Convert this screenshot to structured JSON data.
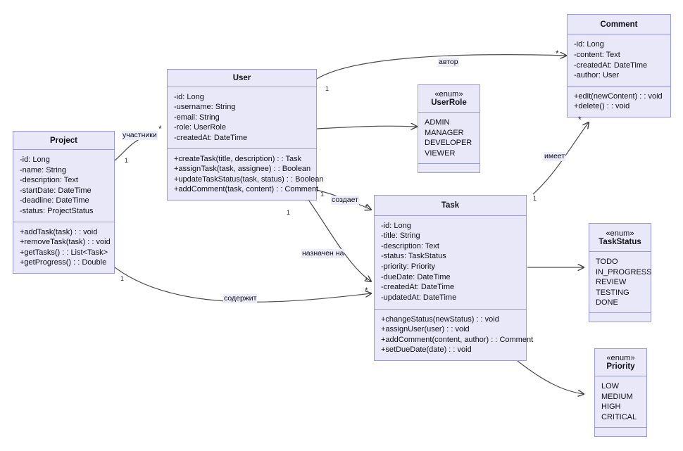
{
  "diagram": {
    "type": "uml-class-diagram",
    "title": "Task Management UML Class Diagram",
    "colors": {
      "box_fill": "#e8e8f8",
      "box_border": "#9a9ad4",
      "edge": "#4d4d4d",
      "text": "#101018",
      "label_bg": "#ececfa",
      "background": "#ffffff"
    }
  },
  "classes": {
    "project": {
      "name": "Project",
      "attributes": [
        "-id: Long",
        "-name: String",
        "-description: Text",
        "-startDate: DateTime",
        "-deadline: DateTime",
        "-status: ProjectStatus"
      ],
      "methods": [
        "+addTask(task) : : void",
        "+removeTask(task) : : void",
        "+getTasks() : : List<Task>",
        "+getProgress() : : Double"
      ]
    },
    "user": {
      "name": "User",
      "attributes": [
        "-id: Long",
        "-username: String",
        "-email: String",
        "-role: UserRole",
        "-createdAt: DateTime"
      ],
      "methods": [
        "+createTask(title, description) : : Task",
        "+assignTask(task, assignee) : : Boolean",
        "+updateTaskStatus(task, status) : : Boolean",
        "+addComment(task, content) : : Comment"
      ]
    },
    "task": {
      "name": "Task",
      "attributes": [
        "-id: Long",
        "-title: String",
        "-description: Text",
        "-status: TaskStatus",
        "-priority: Priority",
        "-dueDate: DateTime",
        "-createdAt: DateTime",
        "-updatedAt: DateTime"
      ],
      "methods": [
        "+changeStatus(newStatus) : : void",
        "+assignUser(user) : : void",
        "+addComment(content, author) : : Comment",
        "+setDueDate(date) : : void"
      ]
    },
    "comment": {
      "name": "Comment",
      "attributes": [
        "-id: Long",
        "-content: Text",
        "-createdAt: DateTime",
        "-author: User"
      ],
      "methods": [
        "+edit(newContent) : : void",
        "+delete() : : void"
      ]
    }
  },
  "enums": {
    "user_role": {
      "stereotype": "«enum»",
      "name": "UserRole",
      "values": [
        "ADMIN",
        "MANAGER",
        "DEVELOPER",
        "VIEWER"
      ]
    },
    "task_status": {
      "stereotype": "«enum»",
      "name": "TaskStatus",
      "values": [
        "TODO",
        "IN_PROGRESS",
        "REVIEW",
        "TESTING",
        "DONE"
      ]
    },
    "priority": {
      "stereotype": "«enum»",
      "name": "Priority",
      "values": [
        "LOW",
        "MEDIUM",
        "HIGH",
        "CRITICAL"
      ]
    }
  },
  "relations": {
    "participants": {
      "label": "участники",
      "source_mult": "1",
      "target_mult": "*"
    },
    "author": {
      "label": "автор",
      "source_mult": "1",
      "target_mult": "*"
    },
    "creates": {
      "label": "создает",
      "source_mult": "1",
      "target_mult": "*"
    },
    "assigned_to": {
      "label": "назначен на",
      "source_mult": "1",
      "target_mult": "*"
    },
    "contains": {
      "label": "содержит",
      "source_mult": "1",
      "target_mult": "*"
    },
    "has": {
      "label": "имеет",
      "source_mult": "1",
      "target_mult": "*"
    }
  }
}
